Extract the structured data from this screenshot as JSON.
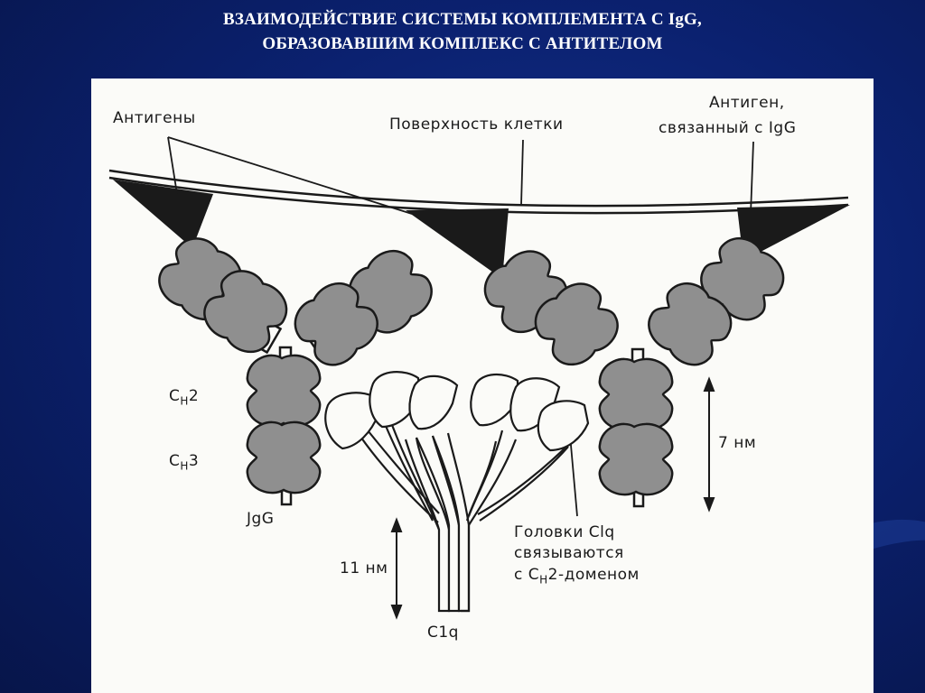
{
  "slide": {
    "title_line1": "ВЗАИМОДЕЙСТВИЕ СИСТЕМЫ КОМПЛЕМЕНТА С IgG,",
    "title_line2": "ОБРАЗОВАВШИМ КОМПЛЕКС С АНТИТЕЛОМ"
  },
  "diagram": {
    "antigens": "Антигены",
    "cell_surface": "Поверхность клетки",
    "bound_antigen_line1": "Антиген,",
    "bound_antigen_line2": "связанный с IgG",
    "ch2_main": "C",
    "ch2_sub": "H",
    "ch2_num": "2",
    "ch3_main": "C",
    "ch3_sub": "H",
    "ch3_num": "3",
    "igg": "JgG",
    "size_7nm": "7 нм",
    "size_11nm": "11 нм",
    "heads_line1": "Головки Clq",
    "heads_line2": "связываются",
    "heads_line3_pre": "с C",
    "heads_line3_sub": "H",
    "heads_line3_post": "2-доменом",
    "c1q": "C1q"
  },
  "colors": {
    "background": "#0b2170",
    "title": "#ffffff",
    "figure_bg": "#fbfbf8",
    "domain_fill": "#8f8f8f",
    "ink": "#1a1a1a"
  }
}
